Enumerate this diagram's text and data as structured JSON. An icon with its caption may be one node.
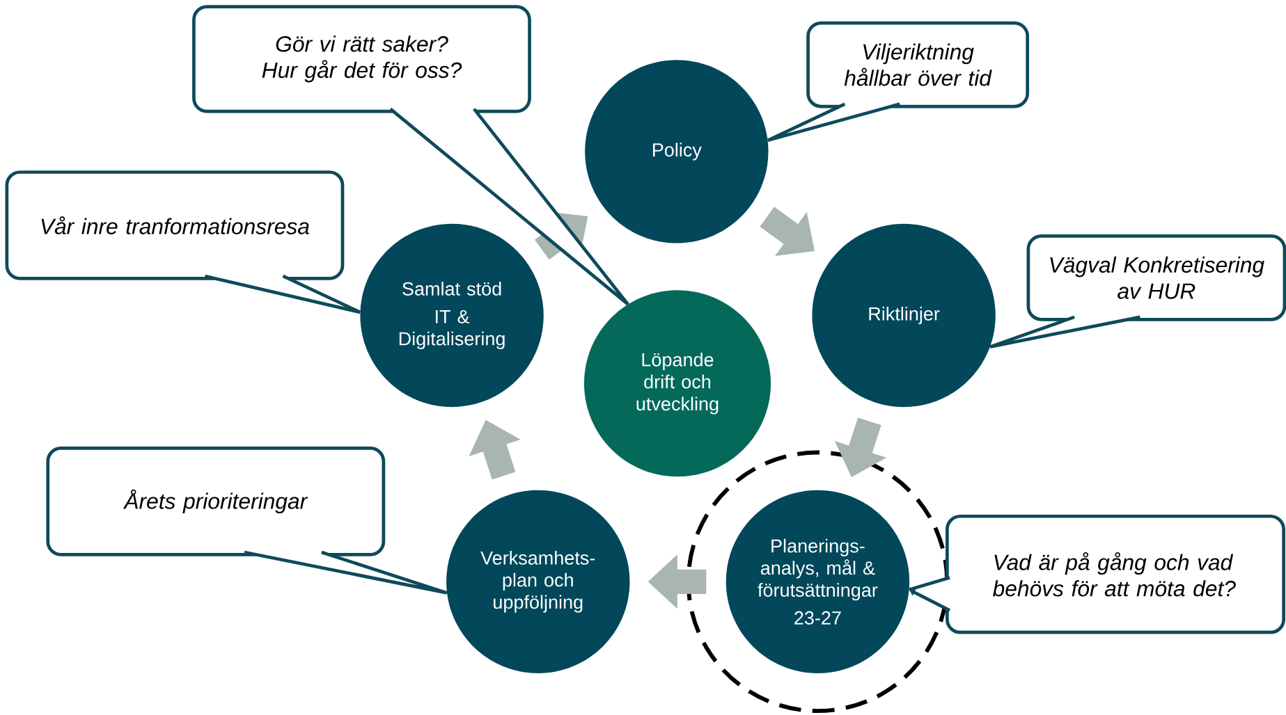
{
  "diagram": {
    "nodes": [
      {
        "text": [
          "Gör vi rätt saker? Hur går det för oss?"
        ]
      },
      {
        "text": [
          "Viljeriktning hållbar över tid"
        ]
      },
      {
        "text": [
          "Policy"
        ]
      },
      {
        "text": [
          "Vår inre tranformationsresa"
        ]
      },
      {
        "text": [
          "Samlat stöd",
          "IT & Digitalisering"
        ]
      },
      {
        "text": [
          "Löpande drift och utveckling"
        ]
      },
      {
        "text": [
          "Riktlinjer"
        ]
      },
      {
        "text": [
          "Vägval Konkretisering av HUR"
        ]
      },
      {
        "text": [
          "Årets prioriteringar"
        ]
      },
      {
        "text": [
          "Verksamhets- plan och uppföljning"
        ]
      },
      {
        "text": [],
        "shape": "circle"
      },
      {
        "text": [
          "Planerings- analys, mål & förutsättningar",
          "23-27"
        ],
        "in": 10
      },
      {
        "text": [
          "Vad är på gång och vad behövs för att möta det?"
        ]
      }
    ],
    "edges": [
      {
        "from": 2,
        "to": 6,
        "arrow": "to",
        "style": "thick",
        "color": "#a8b5b0"
      },
      {
        "from": 6,
        "to": 11,
        "arrow": "to",
        "style": "thick",
        "color": "#a8b5b0"
      },
      {
        "from": 11,
        "to": 9,
        "arrow": "to",
        "style": "thick",
        "color": "#a8b5b0"
      },
      {
        "from": 9,
        "to": 4,
        "arrow": "to",
        "style": "thick",
        "color": "#a8b5b0"
      },
      {
        "from": 4,
        "to": 2,
        "arrow": "to",
        "style": "thick",
        "color": "#a8b5b0"
      },
      {
        "from": 0,
        "to": 5,
        "arrow": "none",
        "color": "#0e4a5a"
      },
      {
        "from": 1,
        "to": 2,
        "arrow": "none",
        "color": "#0e4a5a"
      },
      {
        "from": 3,
        "to": 4,
        "arrow": "none",
        "color": "#0e4a5a"
      },
      {
        "from": 7,
        "to": 6,
        "arrow": "none",
        "color": "#0e4a5a"
      },
      {
        "from": 8,
        "to": 9,
        "arrow": "none",
        "color": "#0e4a5a"
      },
      {
        "from": 12,
        "to": 11,
        "arrow": "to",
        "color": "#0e4a5a"
      }
    ]
  }
}
